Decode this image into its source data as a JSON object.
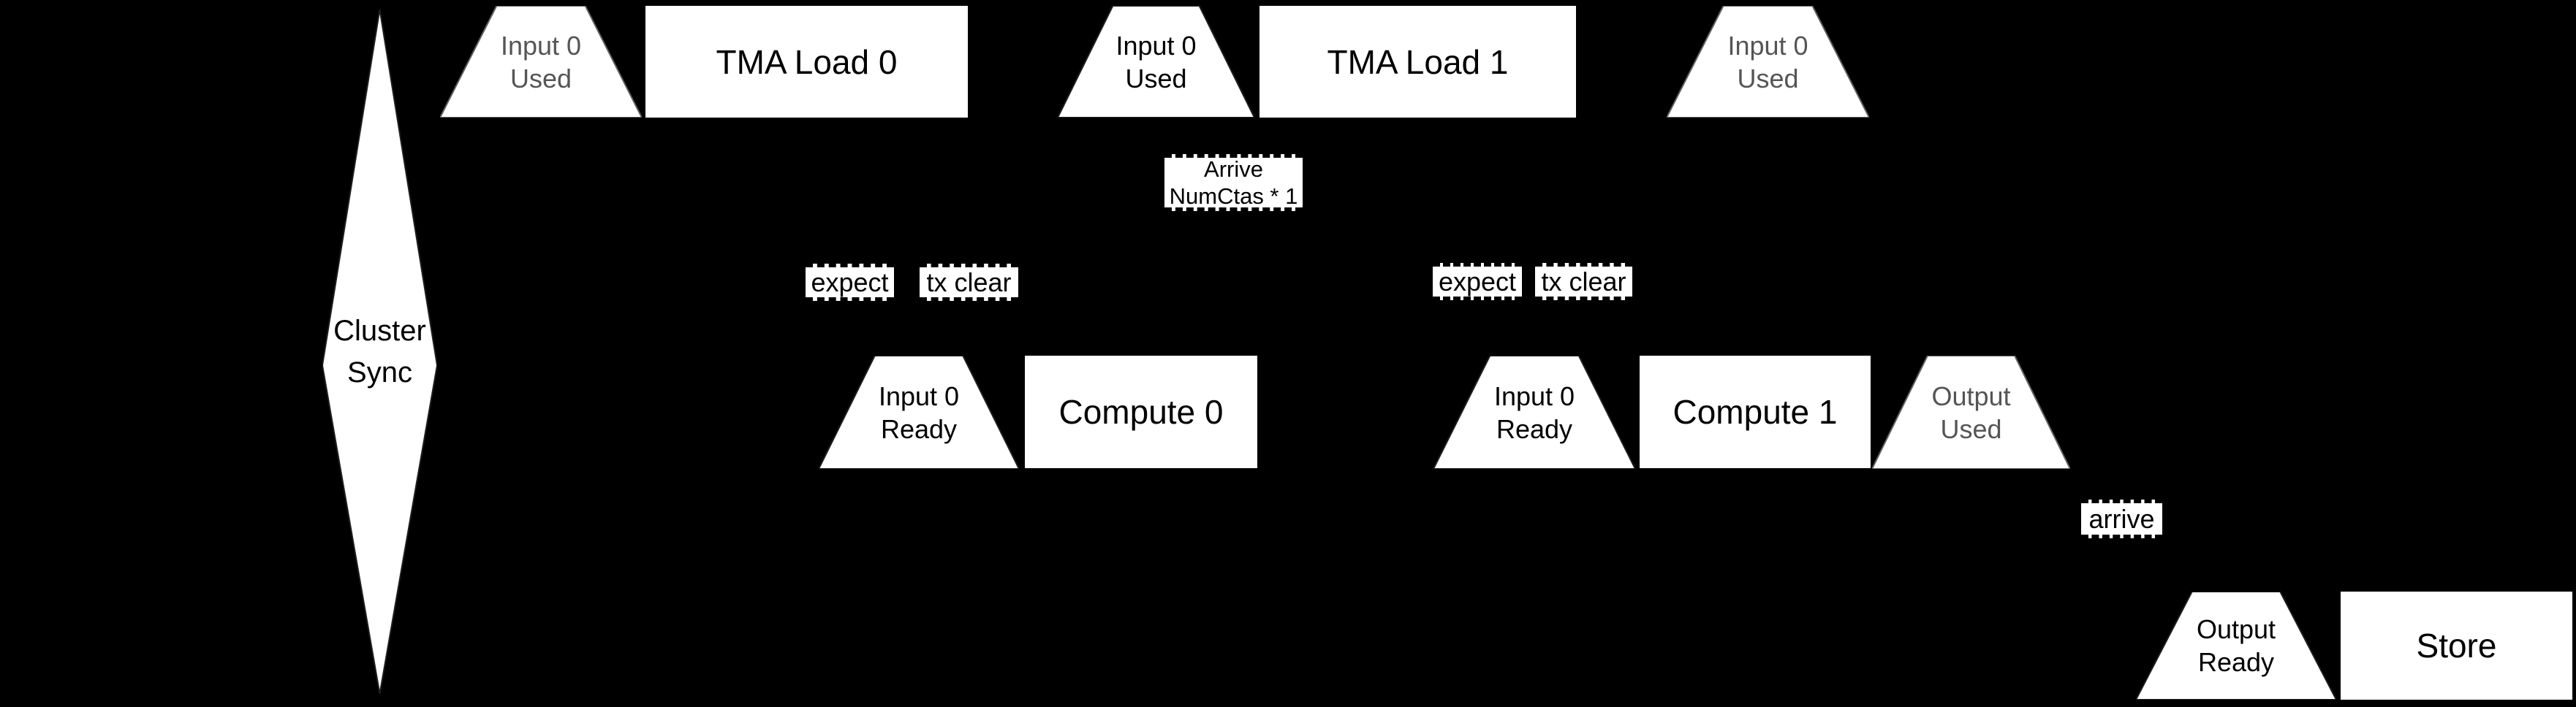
{
  "colors": {
    "background": "#000000",
    "shape_fill": "#ffffff",
    "text": "#000000",
    "muted_text": "#555555",
    "muted_border": "#606060"
  },
  "diagram": {
    "cluster_sync": {
      "line1": "Cluster",
      "line2": "Sync"
    },
    "input0_used_1": {
      "line1": "Input 0",
      "line2": "Used"
    },
    "tma_load_0": {
      "label": "TMA Load 0"
    },
    "input0_used_2": {
      "line1": "Input 0",
      "line2": "Used"
    },
    "tma_load_1": {
      "label": "TMA Load 1"
    },
    "input0_used_3": {
      "line1": "Input 0",
      "line2": "Used"
    },
    "arrive_numctas": {
      "line1": "Arrive",
      "line2": "NumCtas * 1"
    },
    "expect_1": {
      "label": "expect"
    },
    "tx_clear_1": {
      "label": "tx clear"
    },
    "expect_2": {
      "label": "expect"
    },
    "tx_clear_2": {
      "label": "tx clear"
    },
    "input0_ready_1": {
      "line1": "Input 0",
      "line2": "Ready"
    },
    "compute_0": {
      "label": "Compute 0"
    },
    "input0_ready_2": {
      "line1": "Input 0",
      "line2": "Ready"
    },
    "compute_1": {
      "label": "Compute 1"
    },
    "output_used": {
      "line1": "Output",
      "line2": "Used"
    },
    "arrive": {
      "label": "arrive"
    },
    "output_ready": {
      "line1": "Output",
      "line2": "Ready"
    },
    "store": {
      "label": "Store"
    }
  }
}
